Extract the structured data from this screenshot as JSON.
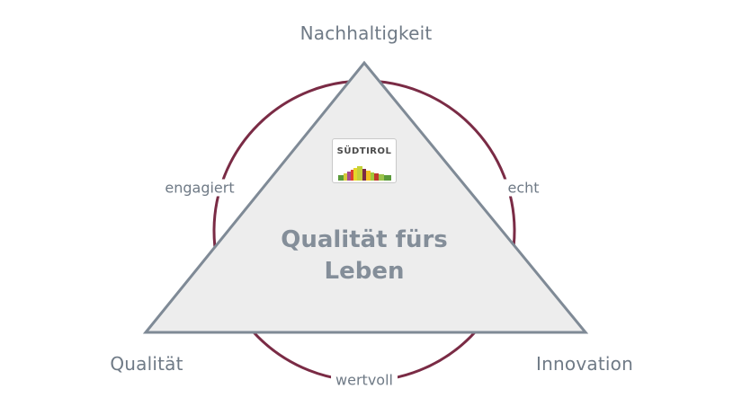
{
  "vertices": {
    "top": "Nachhaltigkeit",
    "bottom_left": "Qualität",
    "bottom_right": "Innovation"
  },
  "edges": {
    "left": "engagiert",
    "right": "echt",
    "bottom": "wertvoll"
  },
  "center": {
    "line1": "Qualität fürs",
    "line2": "Leben"
  },
  "logo": {
    "text": "SÜDTIROL"
  },
  "colors": {
    "circle": "#7a2b45",
    "triangle_fill": "#ededed",
    "triangle_stroke": "#7f8a96",
    "label_text": "#6f7a86",
    "center_text": "#848e99"
  }
}
